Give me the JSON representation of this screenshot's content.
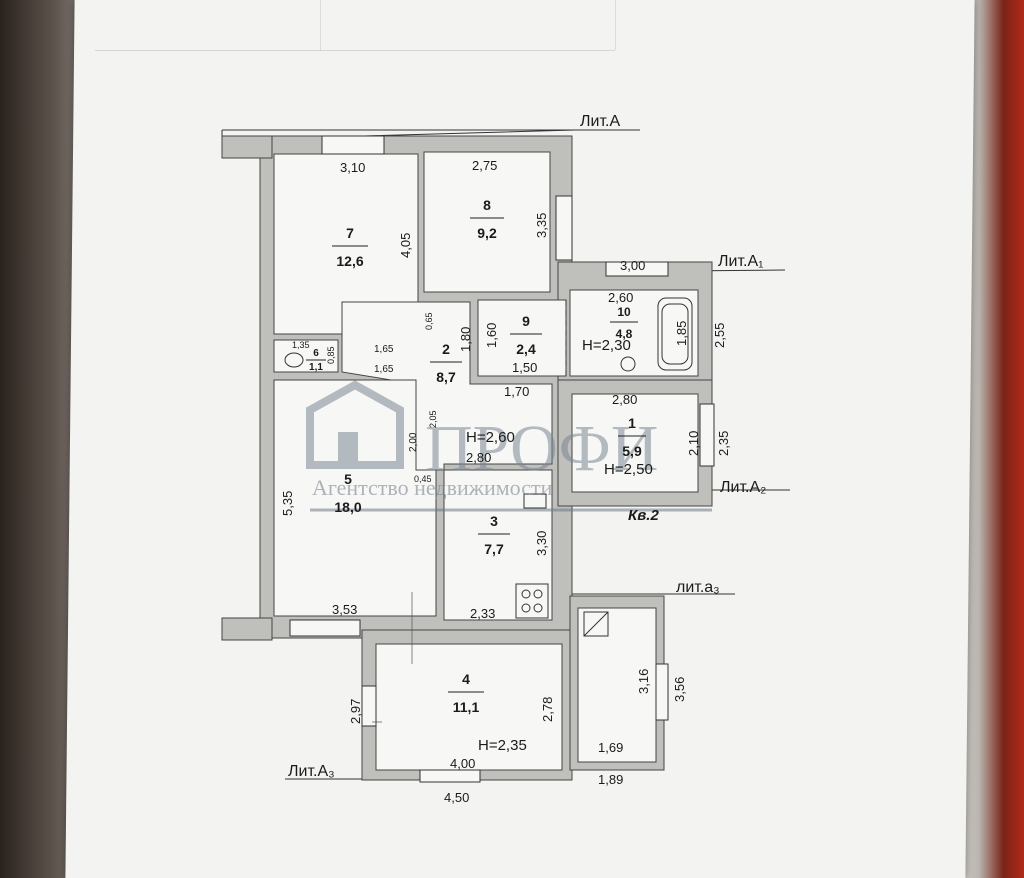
{
  "letters": {
    "lit_a": "Лит.А",
    "lit_a1": "Лит.А₁",
    "lit_a2": "Лит.А₂",
    "lit_a3_upper": "Лит.А₃",
    "lit_a3_lower": "лит.а₃",
    "apartment": "Кв.2"
  },
  "rooms": {
    "r1": {
      "num": "1",
      "area": "5,9"
    },
    "r2": {
      "num": "2",
      "area": "8,7"
    },
    "r3": {
      "num": "3",
      "area": "7,7"
    },
    "r4": {
      "num": "4",
      "area": "11,1"
    },
    "r5": {
      "num": "5",
      "area": "18,0"
    },
    "r6": {
      "num": "6",
      "area": "1,1"
    },
    "r7": {
      "num": "7",
      "area": "12,6"
    },
    "r8": {
      "num": "8",
      "area": "9,2"
    },
    "r9": {
      "num": "9",
      "area": "2,4"
    },
    "r10": {
      "num": "10",
      "area": "4,8"
    }
  },
  "heights": {
    "h_a": "H=2,60",
    "h_a1": "H=2,30",
    "h_a2": "H=2,50",
    "h_a3": "H=2,35"
  },
  "dims": {
    "d_310": "3,10",
    "d_275": "2,75",
    "d_405": "4,05",
    "d_335": "3,35",
    "d_300": "3,00",
    "d_260": "2,60",
    "d_255": "2,55",
    "d_185": "1,85",
    "d_065": "0,65",
    "d_180": "1,80",
    "d_160": "1,60",
    "d_150": "1,50",
    "d_135": "1,35",
    "d_085": "0,85",
    "d_165a": "1,65",
    "d_165b": "1,65",
    "d_170": "1,70",
    "d_280a": "2,80",
    "d_200": "2,00",
    "d_205": "2,05",
    "d_280b": "2,80",
    "d_210": "2,10",
    "d_235": "2,35",
    "d_045": "0,45",
    "d_535": "5,35",
    "d_330": "3,30",
    "d_353": "3,53",
    "d_233": "2,33",
    "d_297": "2,97",
    "d_278": "2,78",
    "d_400": "4,00",
    "d_450": "4,50",
    "d_169": "1,69",
    "d_189": "1,89",
    "d_316": "3,16",
    "d_356": "3,56"
  },
  "watermark": {
    "brand": "ПРОФИ",
    "tagline": "Агентство недвижимости"
  }
}
